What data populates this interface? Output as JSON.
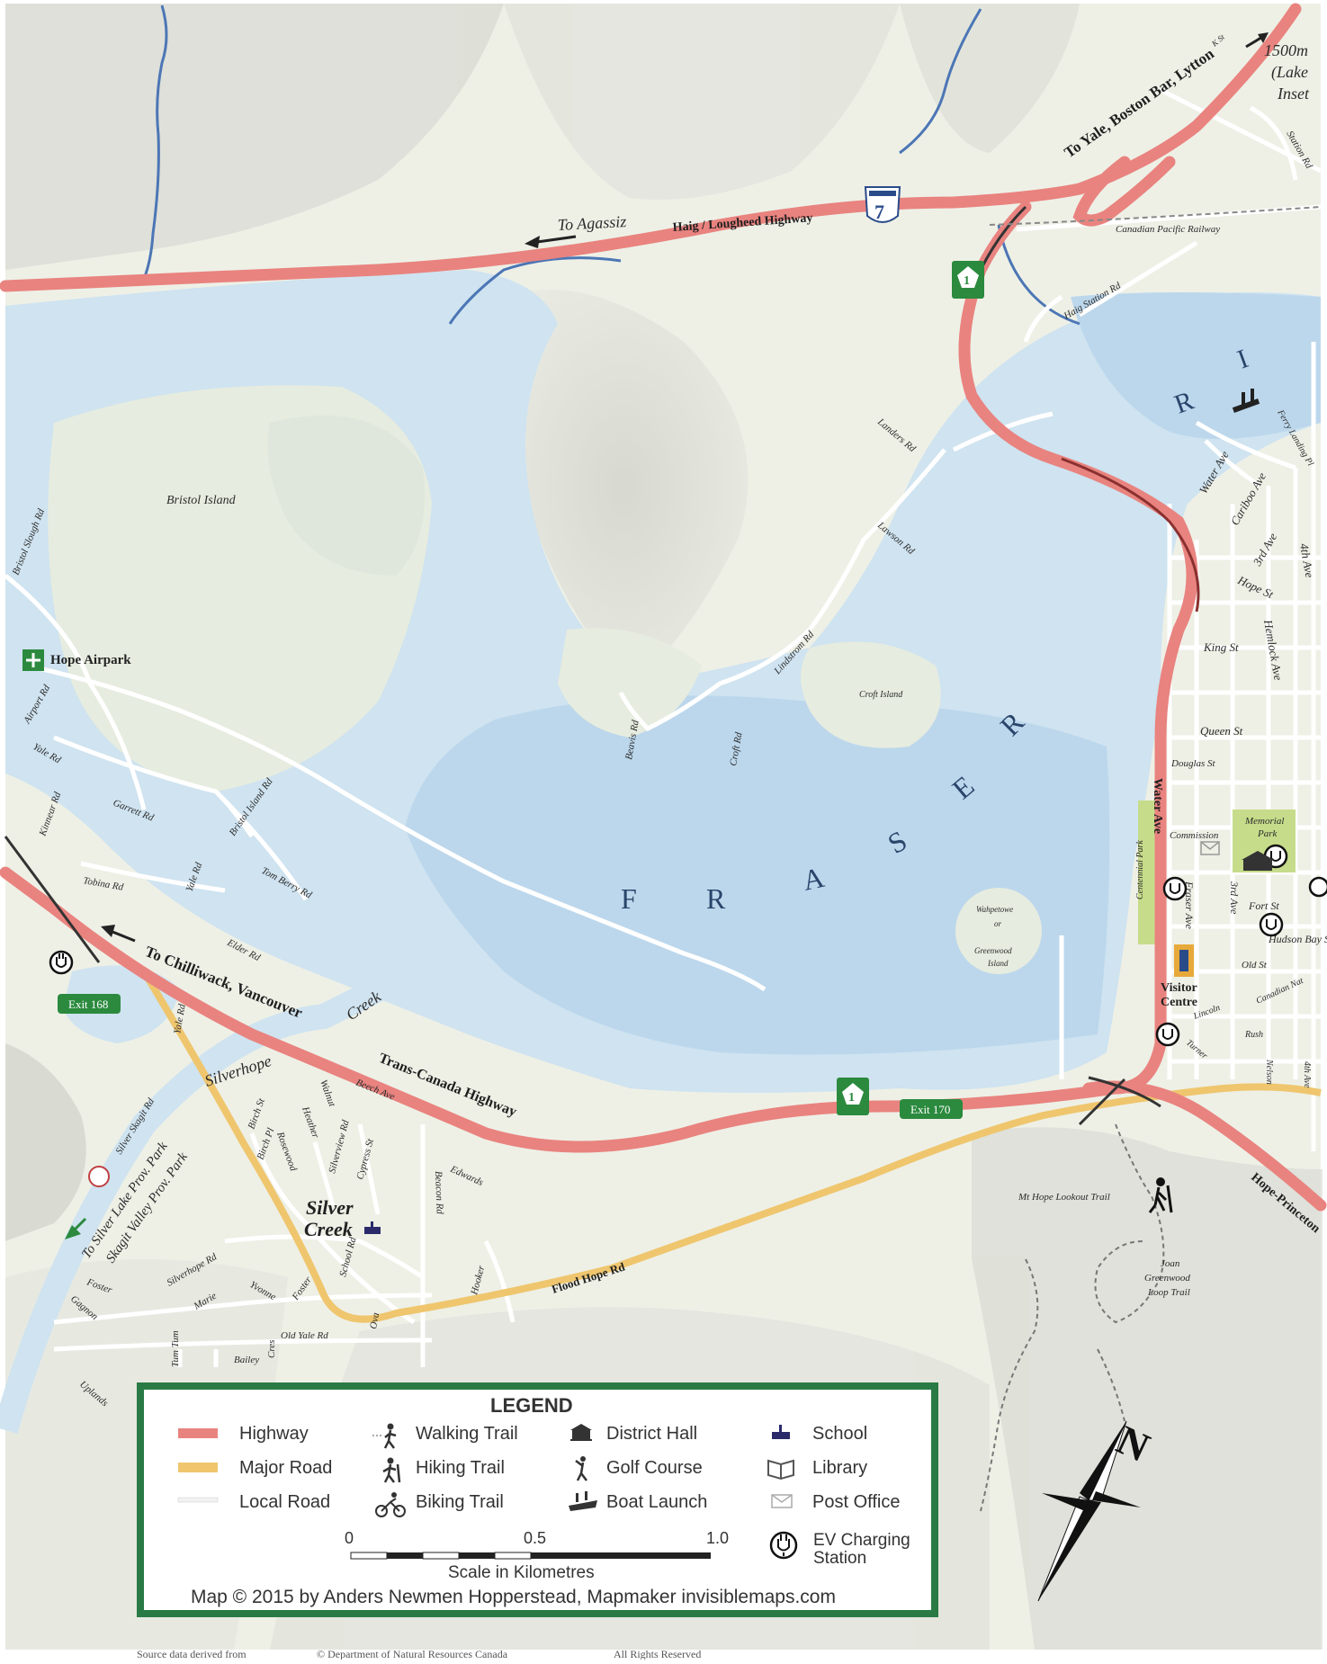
{
  "colors": {
    "land": "#eef0e6",
    "water": "#cfe3f0",
    "water_dark": "#bcd7ec",
    "highway": "#e9837f",
    "major_road": "#efc66e",
    "local_road": "#ffffff",
    "legend_border": "#2a7a45",
    "creek": "#4c76b5",
    "exit_sign": "#2b8a3e"
  },
  "map": {
    "river_letters_top": [
      "R",
      "I"
    ],
    "river_letters_main": [
      "F",
      "R",
      "A",
      "S",
      "E",
      "R"
    ],
    "highways": {
      "to_agassiz": "To Agassiz",
      "haig_lougheed": "Haig / Lougheed Highway",
      "to_yale": "To Yale, Boston Bar, Lytton",
      "trans_canada": "Trans-Canada Highway",
      "to_chilliwack": "To Chilliwack, Vancouver",
      "hope_princeton": "Hope-Princeton",
      "route_7": "7",
      "route_1": "1"
    },
    "exits": [
      "Exit 168",
      "Exit 170"
    ],
    "places": {
      "bristol_island": "Bristol Island",
      "hope_airpark": "Hope Airpark",
      "silver_creek": [
        "Silver",
        "Creek"
      ],
      "croft_island": "Croft Island",
      "greenwood_island": [
        "Wahpetowe",
        "or",
        "Greenwood",
        "Island"
      ],
      "visitor_centre": [
        "Visitor",
        "Centre"
      ],
      "memorial_park": [
        "Memorial",
        "Park"
      ],
      "centennial_park": "Centennial Park",
      "mt_hope_trail": "Mt Hope Lookout Trail",
      "greenwood_loop": [
        "Joan",
        "Greenwood",
        "Loop Trail"
      ],
      "silverhope_creek": "Silverhope",
      "creek": "Creek",
      "silver_lake_park": "To Silver Lake Prov. Park",
      "skagit_park": "Skagit Valley Prov. Park",
      "lake_inset": [
        "1500m",
        "(Lake",
        "Inset"
      ]
    },
    "roads": {
      "canadian_pacific": "Canadian Pacific Railway",
      "haig_station": "Haig Station Rd",
      "landers": "Landers Rd",
      "lawson": "Lawson Rd",
      "lindstrom": "Lindstrom Rd",
      "beavis": "Beavis Rd",
      "croft": "Croft Rd",
      "bristol_slough": "Bristol Slough Rd",
      "airport": "Airport Rd",
      "yale": "Yale Rd",
      "kinnear": "Kinnear Rd",
      "garrett": "Garrett Rd",
      "bristol_island_rd": "Bristol Island Rd",
      "tobina": "Tobina Rd",
      "yale_rd2": "Yale Rd",
      "tom_berry": "Tom Berry Rd",
      "elder": "Elder Rd",
      "yale_rd3": "Yale Rd",
      "silver_skagit": "Silver Skagit Rd",
      "birch_st": "Birch St",
      "birch_pl": "Birch Pl",
      "rosewood": "Rosewood",
      "heather": "Heather",
      "walnut": "Walnut",
      "silverview": "Silverview Rd",
      "cypress": "Cypress St",
      "beech": "Beech Ave",
      "beacon": "Beacon Rd",
      "edwards": "Edwards",
      "school_rd": "School Rd",
      "silverhope_rd": "Silverhope Rd",
      "marie": "Marie",
      "yvonne": "Yvonne",
      "foster": "Foster",
      "gagnon": "Gagnon",
      "old_yale": "Old Yale Rd",
      "flood_hope": "Flood Hope Rd",
      "tum_tum": "Tum Tum",
      "bailey": "Bailey",
      "crescent": "Cres",
      "uplands": "Uplands",
      "hooker": "Hooker",
      "ova": "Ova",
      "water_ave": "Water Ave",
      "water_ave2": "Water Ave",
      "cariboo": "Cariboo Ave",
      "third_ave": "3rd Ave",
      "fourth_ave": "4th Ave",
      "hope_st": "Hope St",
      "king_st": "King St",
      "hemlock": "Hemlock Ave",
      "queen_st": "Queen St",
      "douglas": "Douglas St",
      "commission": "Commission",
      "fraser_ave": "Fraser Ave",
      "third_ave2": "3rd Ave",
      "fort_st": "Fort St",
      "hudson_bay": "Hudson Bay S",
      "old_st": "Old St",
      "lincoln": "Lincoln",
      "canadian_nat": "Canadian Nat",
      "rush": "Rush",
      "turner": "Turner",
      "nelson": "Nelson",
      "fourth_ave2": "4th Ave",
      "ferry_landing": "Ferry Landing Pl",
      "station_rd": "Station Rd",
      "k_st": "K St"
    }
  },
  "legend": {
    "title": "LEGEND",
    "items_col1": [
      {
        "label": "Highway",
        "color": "#e9837f"
      },
      {
        "label": "Major Road",
        "color": "#efc66e"
      },
      {
        "label": "Local Road",
        "color": "#ffffff"
      }
    ],
    "items_col2": [
      {
        "label": "Walking Trail",
        "icon": "walking-icon"
      },
      {
        "label": "Hiking Trail",
        "icon": "hiking-icon"
      },
      {
        "label": "Biking Trail",
        "icon": "biking-icon"
      }
    ],
    "items_col3": [
      {
        "label": "District Hall",
        "icon": "district-hall-icon"
      },
      {
        "label": "Golf Course",
        "icon": "golf-icon"
      },
      {
        "label": "Boat Launch",
        "icon": "boat-launch-icon"
      }
    ],
    "items_col4": [
      {
        "label": "School",
        "icon": "school-icon"
      },
      {
        "label": "Library",
        "icon": "library-icon"
      },
      {
        "label": "Post Office",
        "icon": "post-office-icon"
      }
    ],
    "ev": [
      "EV Charging",
      "Station"
    ],
    "scale_ticks": [
      "0",
      "0.5",
      "1.0"
    ],
    "scale_label": "Scale in Kilometres",
    "credit": "Map © 2015 by Anders Newmen Hopperstead, Mapmaker   invisiblemaps.com"
  },
  "footer": {
    "source": "Source data derived from",
    "copyright": "© Department of Natural Resources Canada",
    "rights": "All Rights Reserved"
  }
}
